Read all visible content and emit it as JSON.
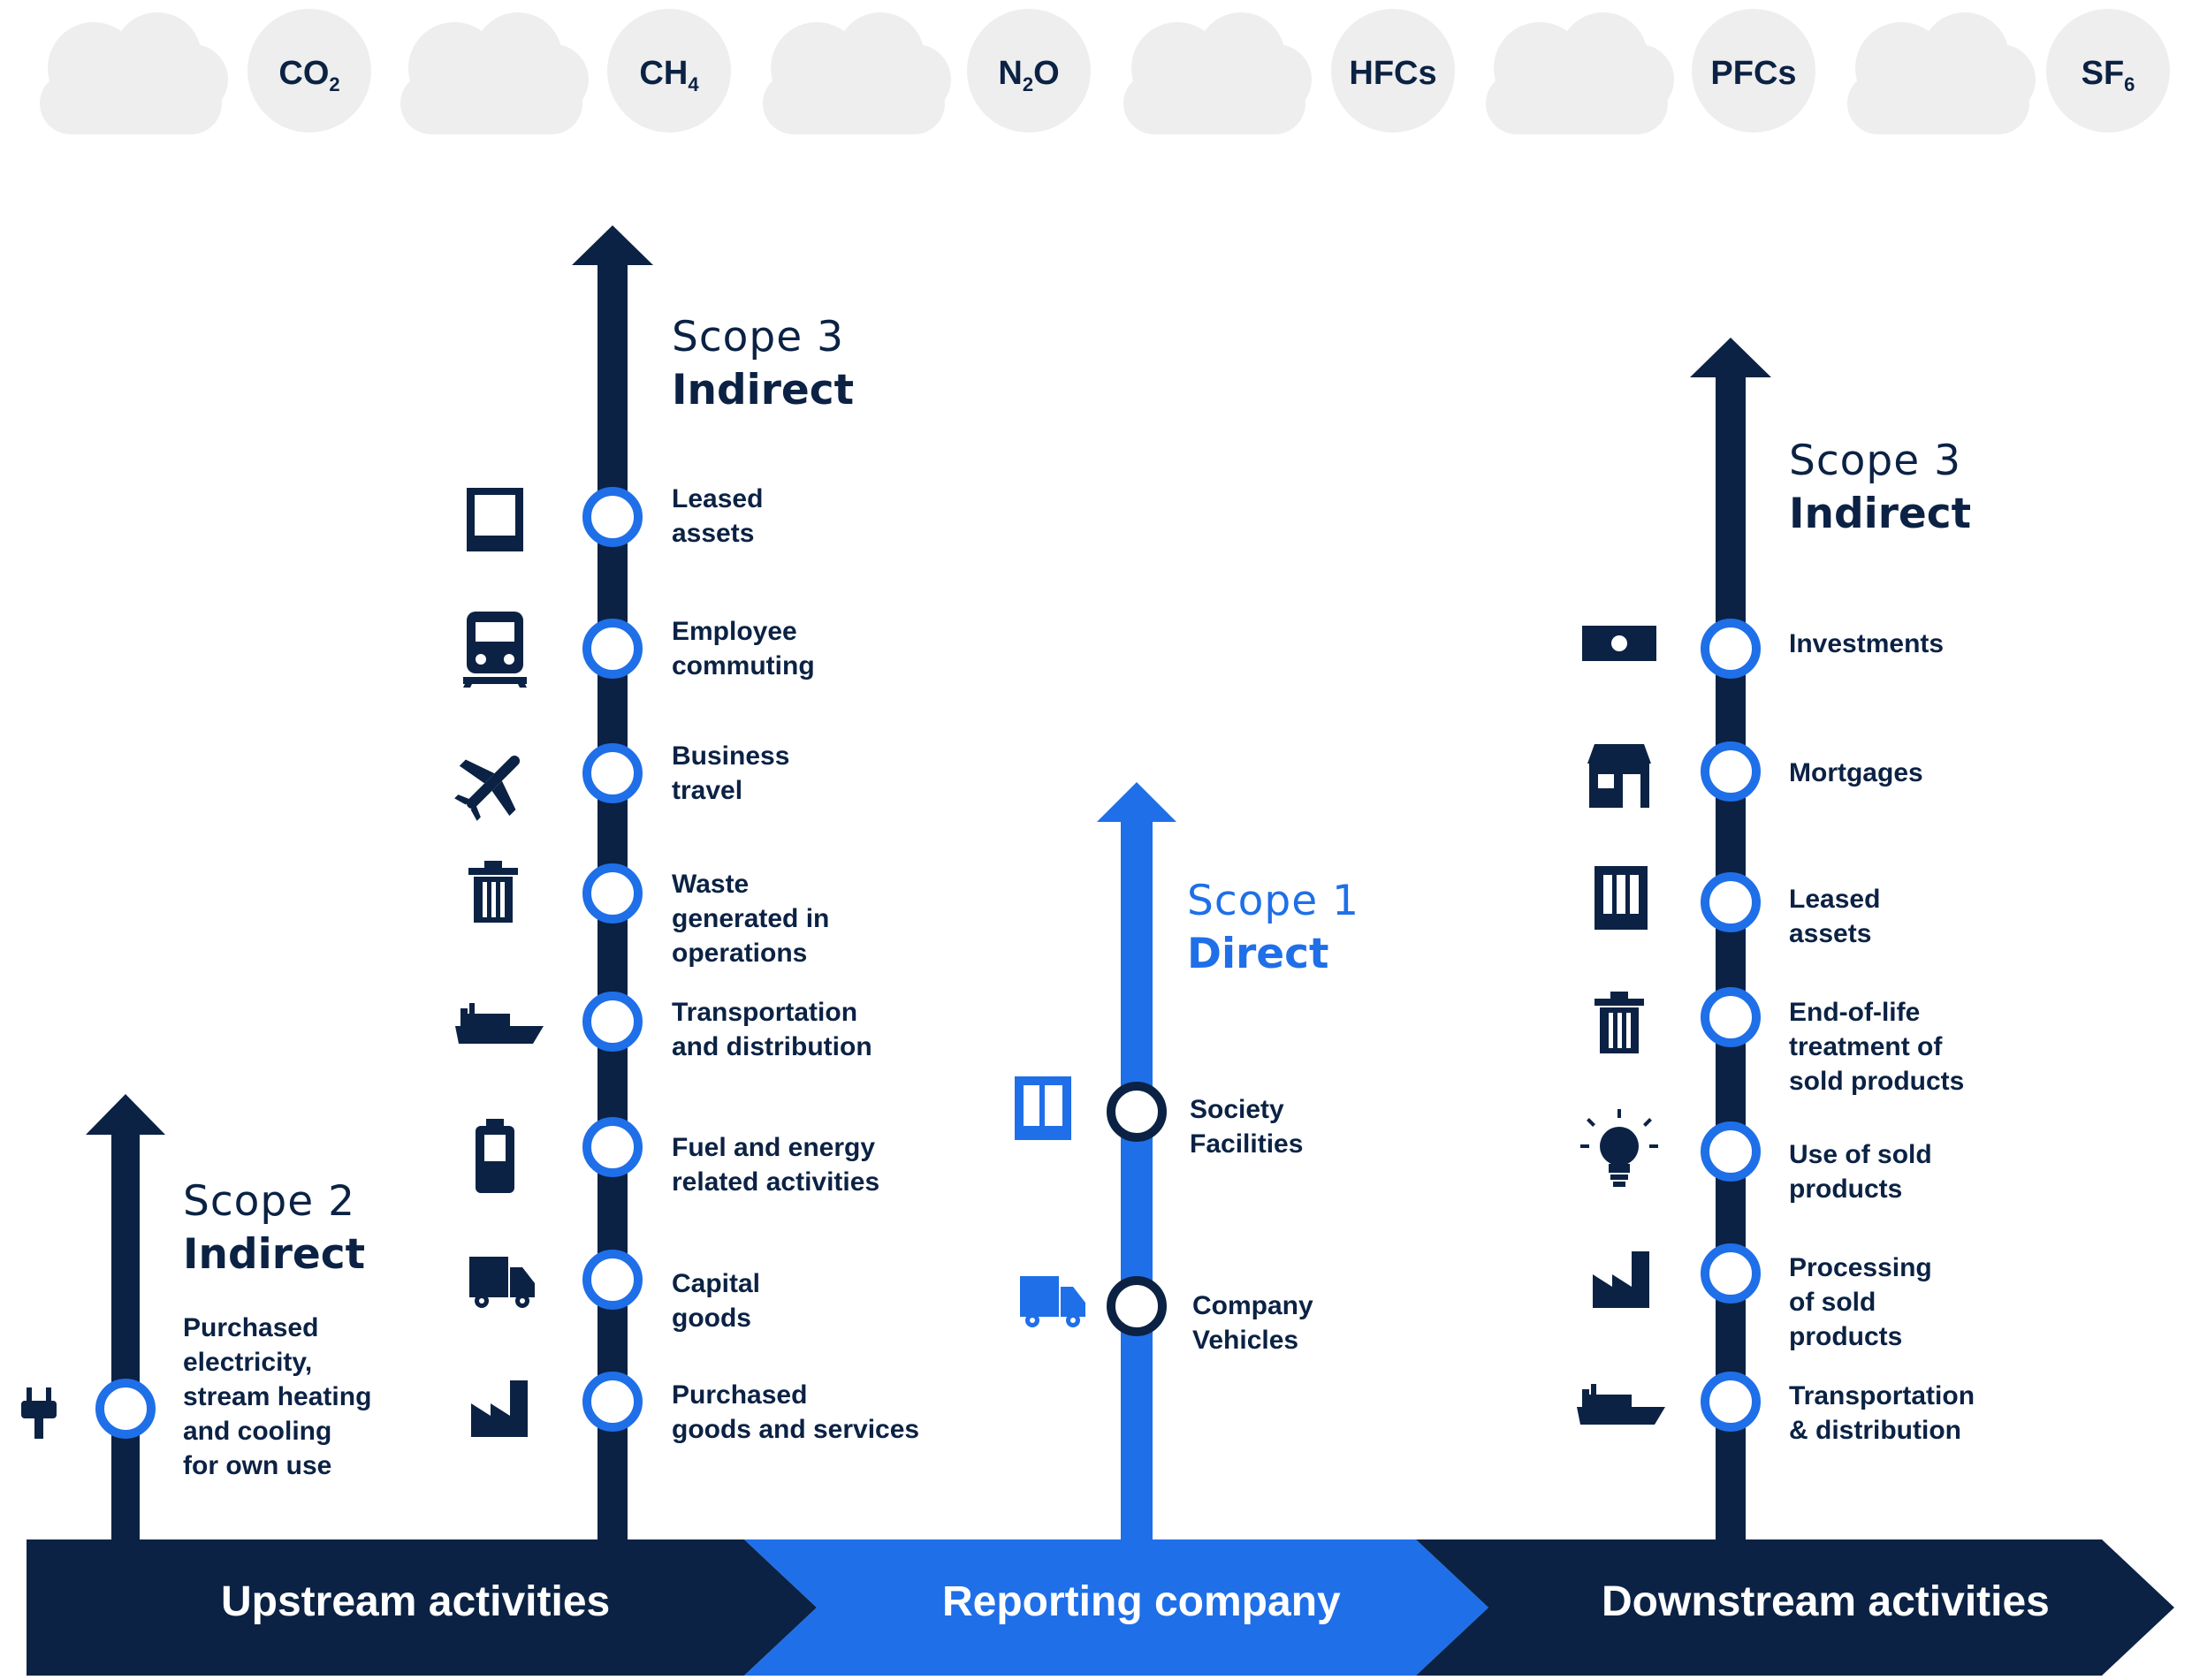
{
  "gases": [
    {
      "base": "CO",
      "sub": "2"
    },
    {
      "base": "CH",
      "sub": "4"
    },
    {
      "base": "N",
      "sub": "2",
      "tail": "O"
    },
    {
      "base": "HFCs"
    },
    {
      "base": "PFCs"
    },
    {
      "base": "SF",
      "sub": "6"
    }
  ],
  "scopes": {
    "scope2": {
      "title": "Scope 2",
      "subtitle": "Indirect"
    },
    "scope3_upstream": {
      "title": "Scope 3",
      "subtitle": "Indirect"
    },
    "scope1": {
      "title": "Scope 1",
      "subtitle": "Direct"
    },
    "scope3_downstream": {
      "title": "Scope 3",
      "subtitle": "Indirect"
    }
  },
  "scope2_items": [
    {
      "label": "Purchased\nelectricity,\nstream heating\nand cooling\nfor own use",
      "icon": "plug-icon"
    }
  ],
  "scope3_upstream_items": [
    {
      "label": "Leased\nassets",
      "icon": "building-icon"
    },
    {
      "label": "Employee\ncommuting",
      "icon": "train-icon"
    },
    {
      "label": "Business\ntravel",
      "icon": "airplane-icon"
    },
    {
      "label": "Waste\ngenerated in\noperations",
      "icon": "trash-icon"
    },
    {
      "label": "Transportation\nand distribution",
      "icon": "ship-icon"
    },
    {
      "label": "Fuel and energy\nrelated activities",
      "icon": "battery-icon"
    },
    {
      "label": "Capital\ngoods",
      "icon": "truck-icon"
    },
    {
      "label": "Purchased\ngoods and services",
      "icon": "factory-icon"
    }
  ],
  "scope1_items": [
    {
      "label": "Society\nFacilities",
      "icon": "building-icon"
    },
    {
      "label": "Company\nVehicles",
      "icon": "truck-icon"
    }
  ],
  "scope3_downstream_items": [
    {
      "label": "Investments",
      "icon": "money-icon"
    },
    {
      "label": "Mortgages",
      "icon": "store-icon"
    },
    {
      "label": "Leased\nassets",
      "icon": "building-icon"
    },
    {
      "label": "End-of-life\ntreatment of\nsold products",
      "icon": "trash-icon"
    },
    {
      "label": "Use of sold\nproducts",
      "icon": "lightbulb-icon"
    },
    {
      "label": "Processing\nof sold\nproducts",
      "icon": "factory-icon"
    },
    {
      "label": "Transportation\n& distribution",
      "icon": "ship-icon"
    }
  ],
  "bands": {
    "upstream": "Upstream activities",
    "reporting": "Reporting company",
    "downstream": "Downstream activities"
  },
  "colors": {
    "navy": "#0b2244",
    "blue": "#1f6fe8",
    "cloud": "#eeeeee"
  }
}
